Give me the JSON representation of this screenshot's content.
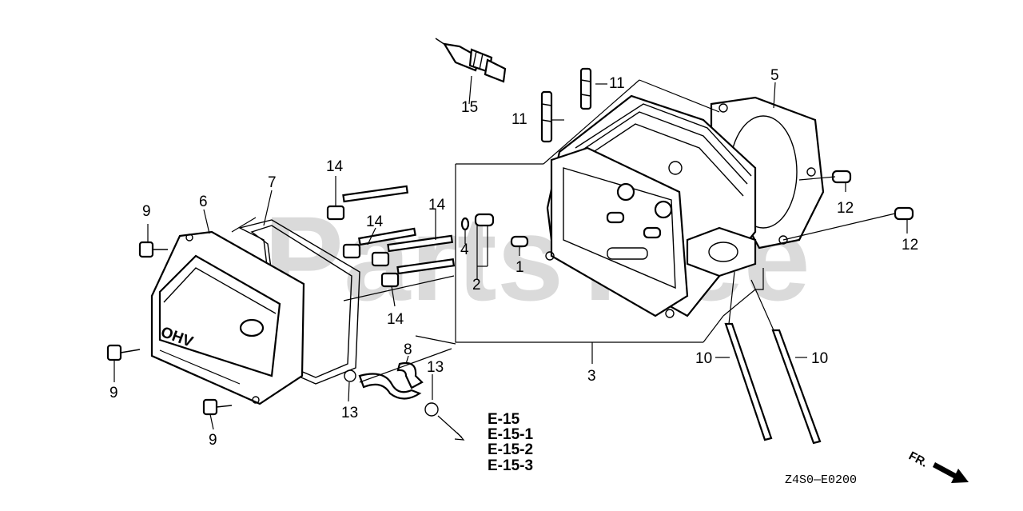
{
  "watermark": "PartsTree",
  "callouts": {
    "c1": "1",
    "c2": "2",
    "c3": "3",
    "c4": "4",
    "c5": "5",
    "c6": "6",
    "c7": "7",
    "c8": "8",
    "c9a": "9",
    "c9b": "9",
    "c9c": "9",
    "c10a": "10",
    "c10b": "10",
    "c11a": "11",
    "c11b": "11",
    "c12a": "12",
    "c12b": "12",
    "c13a": "13",
    "c13b": "13",
    "c14a": "14",
    "c14b": "14",
    "c14c": "14",
    "c14d": "14",
    "c15": "15"
  },
  "cover_emboss": "OHV",
  "section_refs": [
    "E-15",
    "E-15-1",
    "E-15-2",
    "E-15-3"
  ],
  "diagram_code": "Z4S0—E0200",
  "front_label": "FR."
}
